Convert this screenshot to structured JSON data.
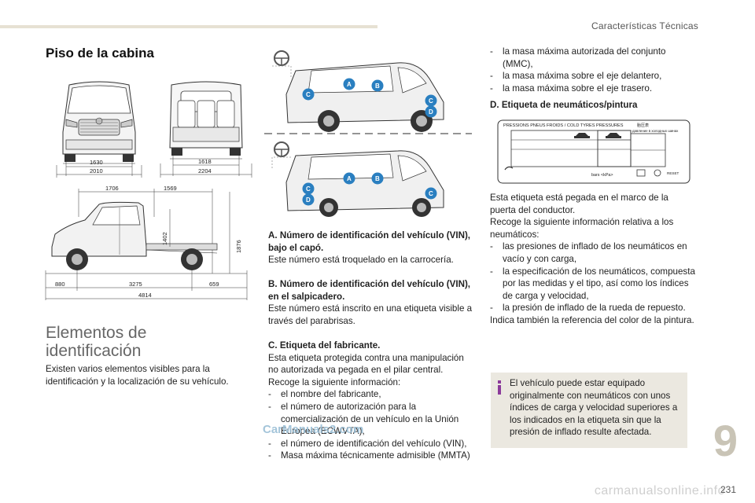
{
  "header": {
    "section": "Características Técnicas"
  },
  "page": {
    "number": "231",
    "chapter": "9"
  },
  "titles": {
    "cabin_floor": "Piso de la cabina",
    "elements": "Elementos de identificación"
  },
  "dimensions": {
    "front_width_inner": "1630",
    "front_width_outer": "2010",
    "rear_width_inner": "1618",
    "rear_width_outer": "2204",
    "side_top_left": "1706",
    "side_top_right": "1569",
    "side_height_platform": "1402",
    "side_height_total": "1876",
    "side_front_overhang": "880",
    "side_wheelbase": "3275",
    "side_rear_overhang": "659",
    "side_length": "4814"
  },
  "badges": {
    "a": "A",
    "b": "B",
    "c": "C",
    "d": "D"
  },
  "intro": "Existen varios elementos visibles para la identificación y la localización de su vehículo.",
  "label_a": {
    "title": "A. Número de identificación del vehículo (VIN), bajo el capó.",
    "text": "Este número está troquelado en la carrocería."
  },
  "label_b": {
    "title": "B. Número de identificación del vehículo (VIN), en el salpicadero.",
    "text": "Este número está inscrito en una etiqueta visible a través del parabrisas."
  },
  "label_c": {
    "title": "C. Etiqueta del fabricante.",
    "text1": "Esta etiqueta protegida contra una manipulación no autorizada va pegada en el pilar central.",
    "text2": "Recoge la siguiente información:",
    "items": [
      "el nombre del fabricante,",
      "el número de autorización para la comercialización de un vehículo en la Unión Europea (ECWVTA),",
      "el número de identificación del vehículo (VIN),",
      "Masa máxima técnicamente admisible (MMTA)"
    ]
  },
  "right_list": [
    "la masa máxima autorizada del conjunto (MMC),",
    "la masa máxima sobre el eje delantero,",
    "la masa máxima sobre el eje trasero."
  ],
  "label_d": {
    "title": "D. Etiqueta de neumáticos/pintura",
    "text1": "Esta etiqueta está pegada en el marco de la puerta del conductor.",
    "text2": "Recoge la siguiente información relativa a los neumáticos:",
    "items": [
      "las presiones de inflado de los neumáticos en vacío y con carga,",
      "la especificación de los neumáticos, compuesta por las medidas y el tipo, así como los índices de carga y velocidad,",
      "la presión de inflado de la rueda de repuesto."
    ],
    "text3": "Indica también la referencia del color de la pintura."
  },
  "tyre_label": {
    "header": "PRESSIONS PNEUS FROIDS / COLD TYRES PRESSURES",
    "chinese1": "胎压表",
    "russian": "давление в холодных шинах",
    "unit": "bars  <kPa>",
    "reset": "RESET"
  },
  "info_note": "El vehículo puede estar equipado originalmente con neumáticos con unos índices de carga y velocidad superiores a los indicados en la etiqueta sin que la presión de inflado resulte afectada.",
  "watermark": "CarManuals2.com",
  "footer_watermark": "carmanualsonline.info",
  "colors": {
    "badge_blue": "#2a7fc0",
    "info_purple": "#8b3a9a",
    "tan": "#e6e1d3"
  }
}
